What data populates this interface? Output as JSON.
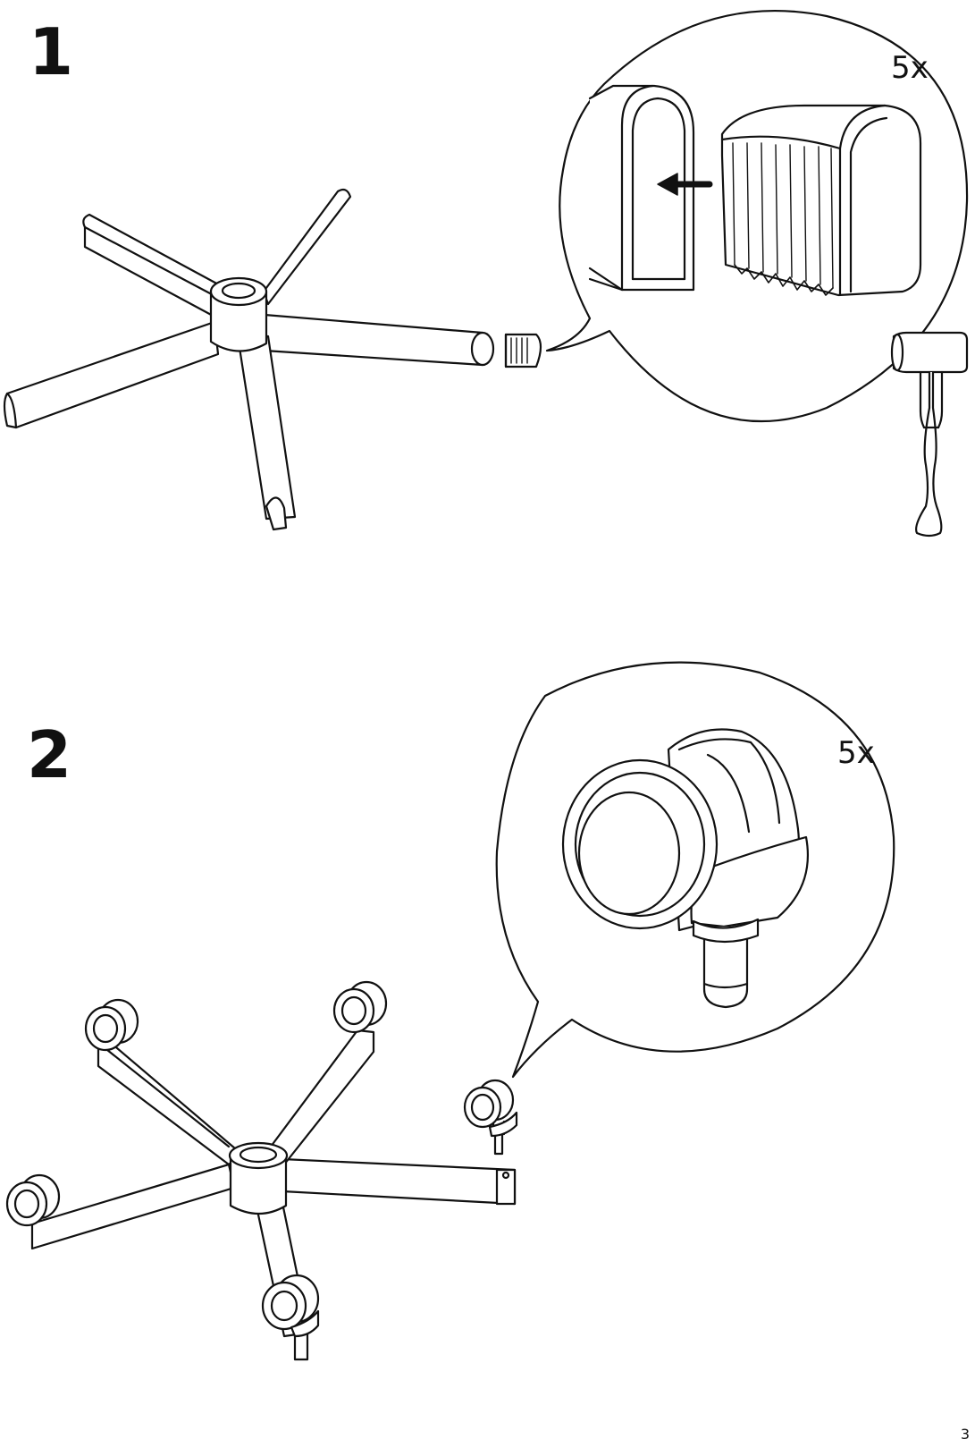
{
  "page": {
    "number": "3"
  },
  "steps": [
    {
      "number": "1",
      "quantity": "5x"
    },
    {
      "number": "2",
      "quantity": "5x"
    }
  ]
}
